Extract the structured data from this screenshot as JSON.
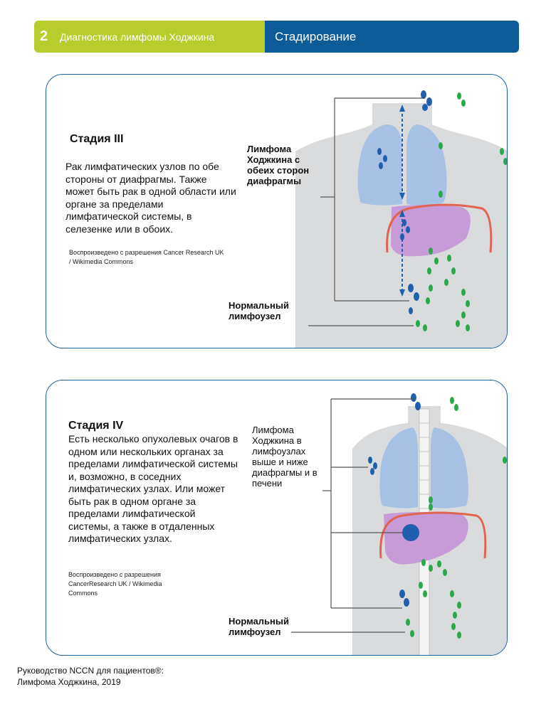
{
  "header": {
    "chapter_number": "2",
    "section_title": "Диагностика лимфомы Ходжкина",
    "page_title": "Стадирование"
  },
  "stage3": {
    "title": "Стадия III",
    "description": "Рак лимфатических узлов по обе стороны от диафрагмы. Также может быть рак в одной области или органе за пределами лимфатической системы, в селезенке или в обоих.",
    "credit": "Воспроизведено с разрешения Cancer Research UK / Wikimedia Commons",
    "label_lymphoma": "Лимфома Ходжкина с обеих сторон диафрагмы",
    "label_normal": "Нормальный лимфоузел"
  },
  "stage4": {
    "title": "Стадия IV",
    "description": "Есть несколько опухолевых очагов в одном или нескольких органах за пределами лимфатической системы и, возможно, в соседних лимфатических узлах. Или может быть рак в одном органе за пределами лимфатической системы, а также в отдаленных лимфатических узлах.",
    "credit": "Воспроизведено с разрешения CancerResearch UK / Wikimedia Commons",
    "label_lymphoma": "Лимфома Ходжкина в лимфоузлах выше и ниже диафрагмы и в печени",
    "label_normal": "Нормальный лимфоузел"
  },
  "footer": {
    "line1": "Руководство NCCN для пациентов®:",
    "line2": "Лимфома Ходжкина, 2019"
  },
  "colors": {
    "header_green": "#b9cc2e",
    "header_blue": "#0d5c97",
    "card_border": "#1a5fa5",
    "body_gray": "#d9dbdd",
    "lung_blue": "#a7c1e4",
    "liver_purple": "#c79ad8",
    "diaphragm_red": "#e06450",
    "node_green": "#2aa84a",
    "node_blue": "#1f5fae"
  }
}
